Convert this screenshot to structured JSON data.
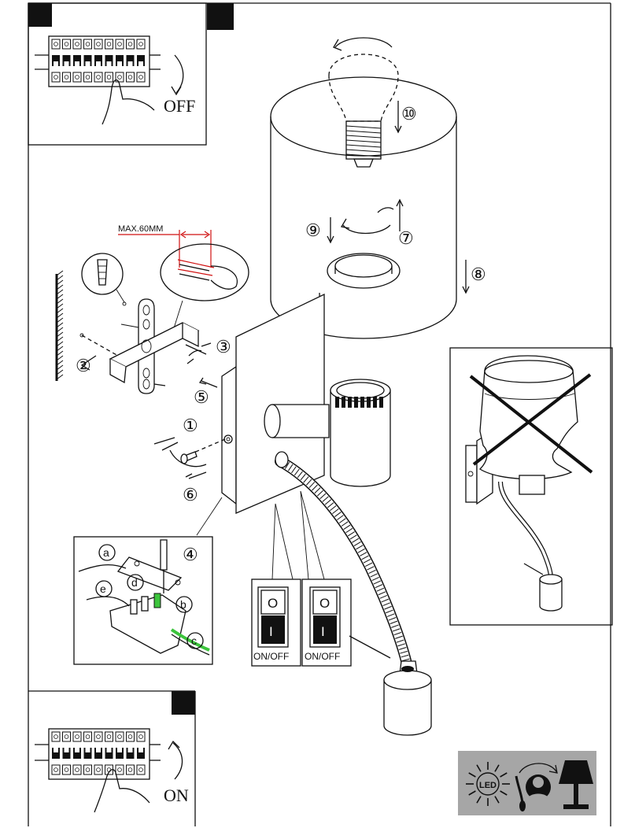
{
  "top_left_panel": {
    "label": "OFF",
    "icon": "breaker-switch-off"
  },
  "bottom_left_panel": {
    "label": "ON",
    "icon": "breaker-switch-on"
  },
  "cable_dimension": {
    "label": "MAX.60MM"
  },
  "step_numbers": [
    "①",
    "②",
    "③",
    "④",
    "⑤",
    "⑥",
    "⑦",
    "⑧",
    "⑨",
    "⑩"
  ],
  "wiring_callouts": [
    "a",
    "b",
    "c",
    "d",
    "e"
  ],
  "switches": [
    {
      "top_symbol": "O",
      "bottom_symbol": "I",
      "label": "ON/OFF"
    },
    {
      "top_symbol": "O",
      "bottom_symbol": "I",
      "label": "ON/OFF"
    }
  ],
  "footer_icons": [
    "led-sun-icon",
    "technician-swap-icon",
    "table-lamp-icon"
  ],
  "colors": {
    "line": "#111111",
    "footer_bg": "#a6a6a6",
    "accent_green": "#3cc43c",
    "dimension_red": "#d01010"
  }
}
